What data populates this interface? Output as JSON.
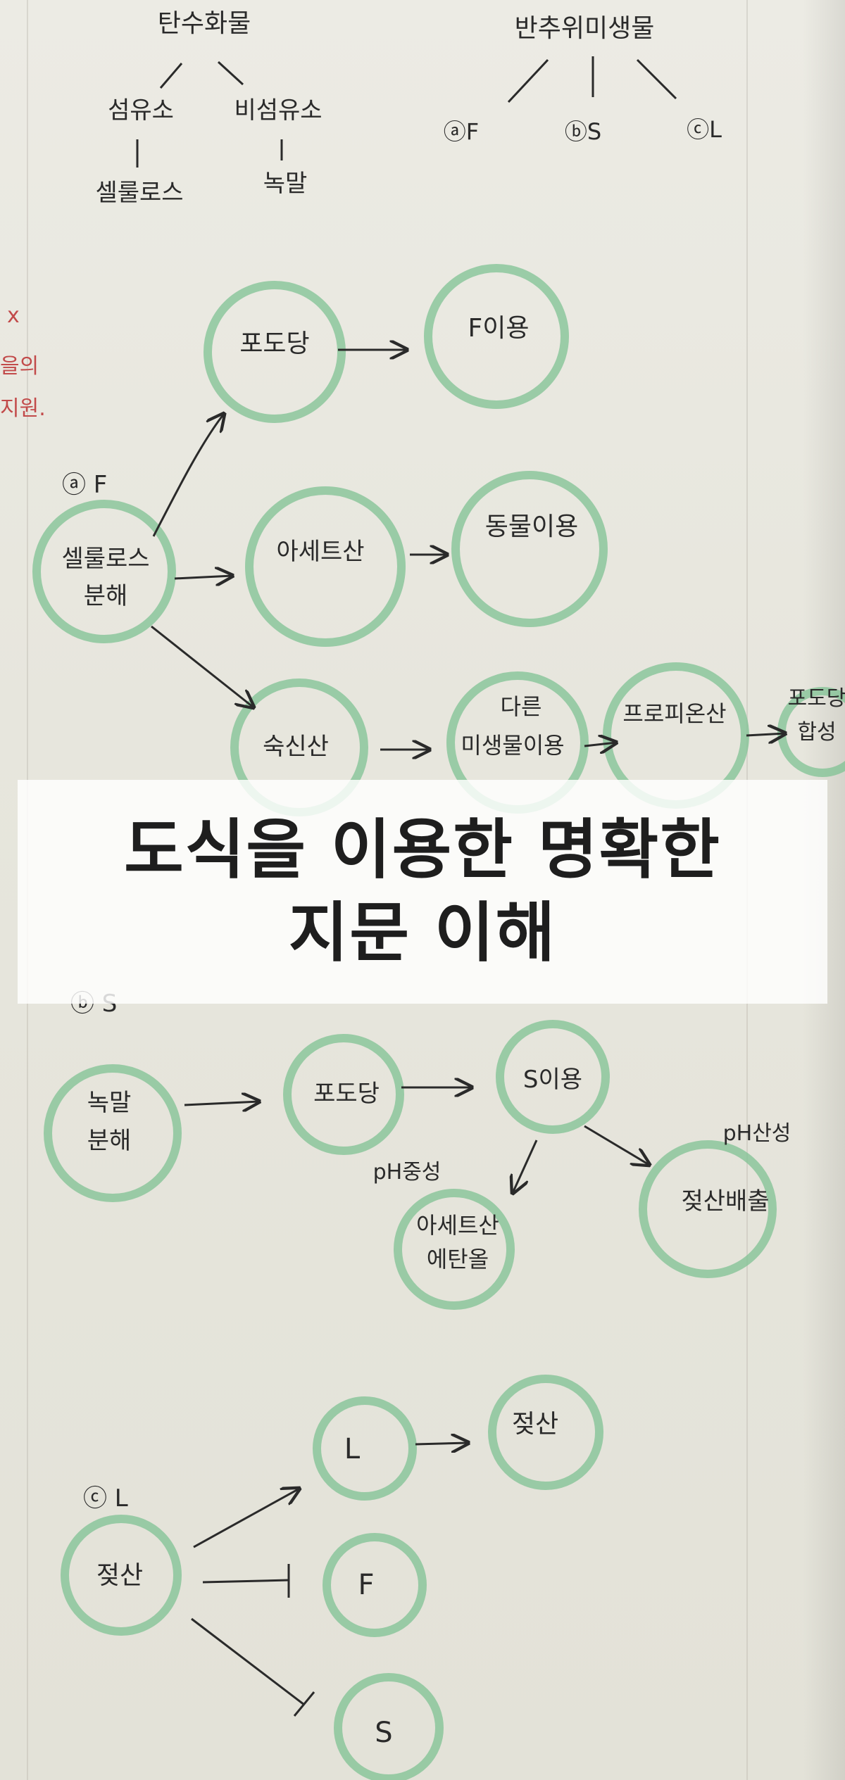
{
  "tree_left": {
    "root": "탄수화물",
    "children": [
      "섬유소",
      "비섬유소"
    ],
    "leaves": [
      "셀룰로스",
      "녹말"
    ]
  },
  "tree_right": {
    "root": "반추위미생물",
    "children": [
      "ⓐF",
      "ⓑS",
      "ⓒL"
    ]
  },
  "margin_note": [
    "x",
    "을의",
    "지원."
  ],
  "section_a": {
    "label": "ⓐ F",
    "source": [
      "셀룰로스",
      "분해"
    ],
    "nodes": {
      "glucose": "포도당",
      "f_use": "F이용",
      "acetate": "아세트산",
      "animal_use": "동물이용",
      "succinate": "숙신산",
      "other_microbe": [
        "다른",
        "미생물이용"
      ],
      "propionate": "프로피온산",
      "glucose_syn": [
        "포도당",
        "합성"
      ]
    }
  },
  "banner": {
    "line1": "도식을 이용한 명확한",
    "line2": "지문 이해"
  },
  "section_b": {
    "label": "ⓑ S",
    "source": [
      "녹말",
      "분해"
    ],
    "nodes": {
      "glucose": "포도당",
      "s_use": "S이용",
      "neutral_note": "pH중성",
      "acetate_ethanol": [
        "아세트산",
        "에탄올"
      ],
      "acidic_note": "pH산성",
      "lactate_release": "젖산배출"
    }
  },
  "section_c": {
    "label": "ⓒ L",
    "source": "젖산",
    "nodes": {
      "l": "L",
      "lactate": "젖산",
      "f": "F",
      "s": "S"
    }
  },
  "colors": {
    "circle_green": "#7fc293",
    "ink": "#2a2a2a",
    "red_ink": "#c24a4a",
    "banner_bg": "#ffffff"
  }
}
